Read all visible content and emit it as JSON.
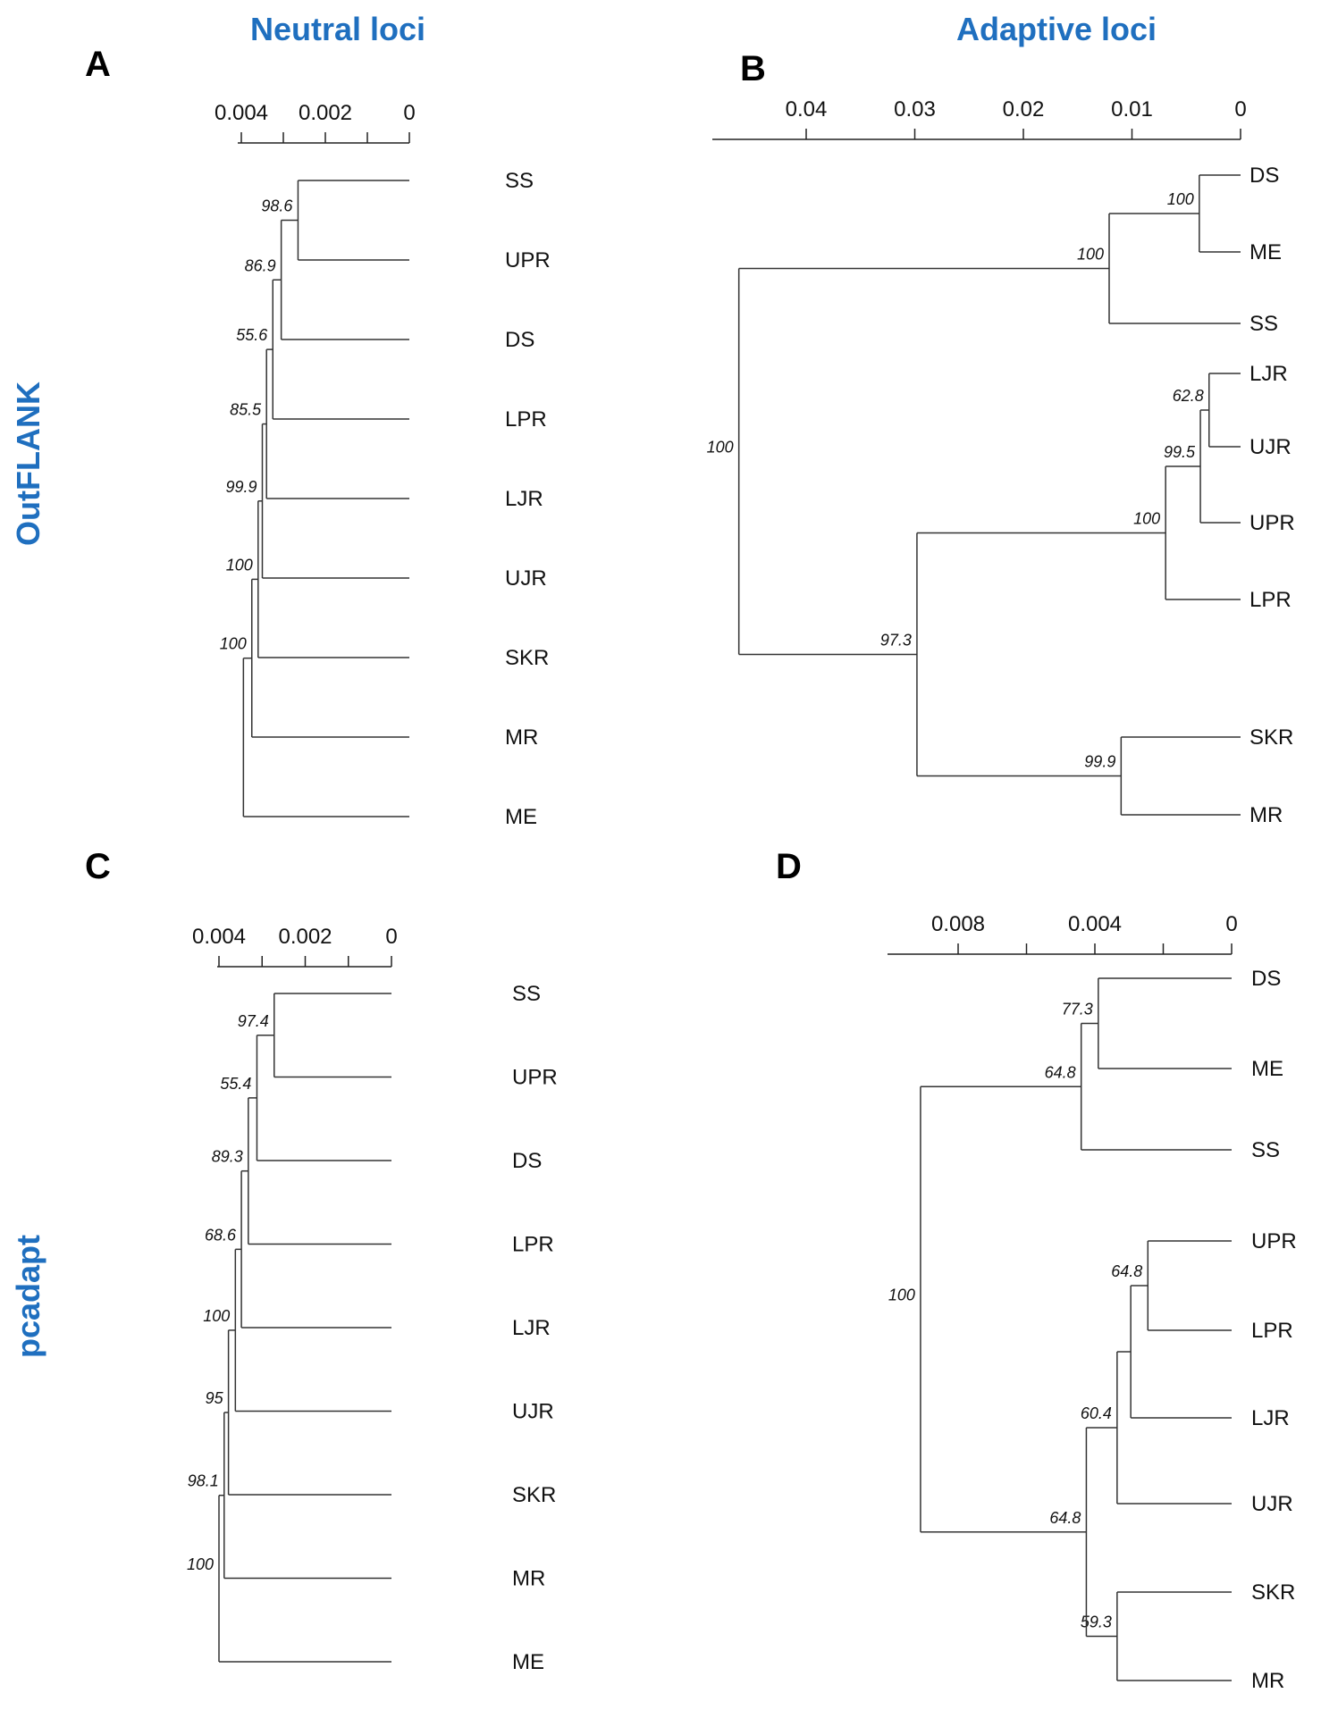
{
  "column_titles": {
    "left": "Neutral loci",
    "right": "Adaptive loci"
  },
  "row_titles": {
    "top": "OutFLANK",
    "bottom": "pcadapt"
  },
  "panels": [
    {
      "letter": "A",
      "axis_ticks": [
        {
          "value": 0.004,
          "label": "0.004"
        },
        {
          "value": 0.003,
          "label": ""
        },
        {
          "value": 0.002,
          "label": "0.002"
        },
        {
          "value": 0.001,
          "label": ""
        },
        {
          "value": 0,
          "label": "0"
        }
      ],
      "tips": [
        "SS",
        "UPR",
        "DS",
        "LPR",
        "LJR",
        "UJR",
        "SKR",
        "MR",
        "ME"
      ],
      "nodes": [
        {
          "children": [
            "SS",
            "UPR"
          ],
          "height": 0.00265,
          "support": "98.6"
        },
        {
          "children": [
            0,
            "DS"
          ],
          "height": 0.00305,
          "support": "86.9"
        },
        {
          "children": [
            1,
            "LPR"
          ],
          "height": 0.00325,
          "support": "55.6"
        },
        {
          "children": [
            2,
            "LJR"
          ],
          "height": 0.0034,
          "support": "85.5"
        },
        {
          "children": [
            3,
            "UJR"
          ],
          "height": 0.0035,
          "support": "99.9"
        },
        {
          "children": [
            4,
            "SKR"
          ],
          "height": 0.0036,
          "support": "100"
        },
        {
          "children": [
            5,
            "MR"
          ],
          "height": 0.00375,
          "support": "100"
        },
        {
          "children": [
            6,
            "ME"
          ],
          "height": 0.00395,
          "support": ""
        }
      ]
    },
    {
      "letter": "B",
      "axis_ticks": [
        {
          "value": 0.04,
          "label": "0.04"
        },
        {
          "value": 0.03,
          "label": "0.03"
        },
        {
          "value": 0.02,
          "label": "0.02"
        },
        {
          "value": 0.01,
          "label": "0.01"
        },
        {
          "value": 0,
          "label": "0"
        }
      ],
      "tips": [
        "DS",
        "ME",
        "SS",
        "LJR",
        "UJR",
        "UPR",
        "LPR",
        "SKR",
        "MR"
      ],
      "nodes": [
        {
          "children": [
            "DS",
            "ME"
          ],
          "height": 0.0038,
          "support": "100"
        },
        {
          "children": [
            0,
            "SS"
          ],
          "height": 0.0121,
          "support": "100"
        },
        {
          "children": [
            "LJR",
            "UJR"
          ],
          "height": 0.0029,
          "support": "62.8"
        },
        {
          "children": [
            2,
            "UPR"
          ],
          "height": 0.0037,
          "support": "99.5"
        },
        {
          "children": [
            3,
            "LPR"
          ],
          "height": 0.0069,
          "support": "100"
        },
        {
          "children": [
            "SKR",
            "MR"
          ],
          "height": 0.011,
          "support": "99.9"
        },
        {
          "children": [
            4,
            5
          ],
          "height": 0.0298,
          "support": "97.3"
        },
        {
          "children": [
            1,
            6
          ],
          "height": 0.0462,
          "support": "100"
        }
      ]
    },
    {
      "letter": "C",
      "axis_ticks": [
        {
          "value": 0.004,
          "label": "0.004"
        },
        {
          "value": 0.003,
          "label": ""
        },
        {
          "value": 0.002,
          "label": "0.002"
        },
        {
          "value": 0.001,
          "label": ""
        },
        {
          "value": 0,
          "label": "0"
        }
      ],
      "tips": [
        "SS",
        "UPR",
        "DS",
        "LPR",
        "LJR",
        "UJR",
        "SKR",
        "MR",
        "ME"
      ],
      "nodes": [
        {
          "children": [
            "SS",
            "UPR"
          ],
          "height": 0.00272,
          "support": "97.4"
        },
        {
          "children": [
            0,
            "DS"
          ],
          "height": 0.00312,
          "support": "55.4"
        },
        {
          "children": [
            1,
            "LPR"
          ],
          "height": 0.00332,
          "support": "89.3"
        },
        {
          "children": [
            2,
            "LJR"
          ],
          "height": 0.00348,
          "support": "68.6"
        },
        {
          "children": [
            3,
            "UJR"
          ],
          "height": 0.00362,
          "support": "100"
        },
        {
          "children": [
            4,
            "SKR"
          ],
          "height": 0.00378,
          "support": "95"
        },
        {
          "children": [
            5,
            "MR"
          ],
          "height": 0.00388,
          "support": "98.1"
        },
        {
          "children": [
            6,
            "ME"
          ],
          "height": 0.004,
          "support": "100"
        }
      ]
    },
    {
      "letter": "D",
      "axis_ticks": [
        {
          "value": 0.008,
          "label": "0.008"
        },
        {
          "value": 0.006,
          "label": ""
        },
        {
          "value": 0.004,
          "label": "0.004"
        },
        {
          "value": 0.002,
          "label": ""
        },
        {
          "value": 0,
          "label": "0"
        }
      ],
      "tips": [
        "DS",
        "ME",
        "SS",
        "UPR",
        "LPR",
        "LJR",
        "UJR",
        "SKR",
        "MR"
      ],
      "nodes": [
        {
          "children": [
            "DS",
            "ME"
          ],
          "height": 0.0039,
          "support": "77.3"
        },
        {
          "children": [
            0,
            "SS"
          ],
          "height": 0.0044,
          "support": "64.8"
        },
        {
          "children": [
            "UPR",
            "LPR"
          ],
          "height": 0.00245,
          "support": "64.8"
        },
        {
          "children": [
            2,
            "LJR"
          ],
          "height": 0.00295,
          "support": ""
        },
        {
          "children": [
            3,
            "UJR"
          ],
          "height": 0.00335,
          "support": "60.4"
        },
        {
          "children": [
            "SKR",
            "MR"
          ],
          "height": 0.00335,
          "support": "59.3"
        },
        {
          "children": [
            4,
            5
          ],
          "height": 0.00425,
          "support": "64.8"
        },
        {
          "children": [
            1,
            6
          ],
          "height": 0.0091,
          "support": "100"
        }
      ]
    }
  ]
}
